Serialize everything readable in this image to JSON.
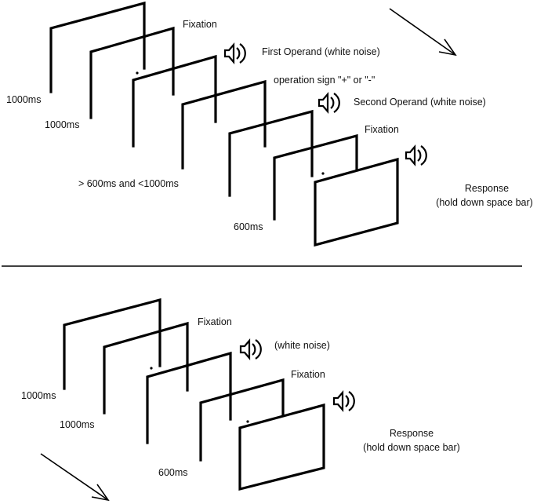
{
  "colors": {
    "ink": "#000000",
    "background": "#ffffff"
  },
  "icons": {
    "sound": "speaker-icon",
    "flow": "arrow-icon"
  },
  "top_panel": {
    "labels": {
      "fixation_1": "Fixation",
      "first_operand": "First Operand (white noise)",
      "operation_sign": "operation sign \"+\" or \"-\"",
      "second_operand": "Second Operand (white noise)",
      "fixation_2": "Fixation",
      "response_line1": "Response",
      "response_line2": "(hold down space bar)",
      "duration_1": "1000ms",
      "duration_2": "1000ms",
      "duration_3": "> 600ms and <1000ms",
      "duration_4": "600ms"
    }
  },
  "bottom_panel": {
    "labels": {
      "fixation_1": "Fixation",
      "white_noise": "(white noise)",
      "fixation_2": "Fixation",
      "response_line1": "Response",
      "response_line2": "(hold down space bar)",
      "duration_1": "1000ms",
      "duration_2": "1000ms",
      "duration_3": "600ms"
    }
  }
}
